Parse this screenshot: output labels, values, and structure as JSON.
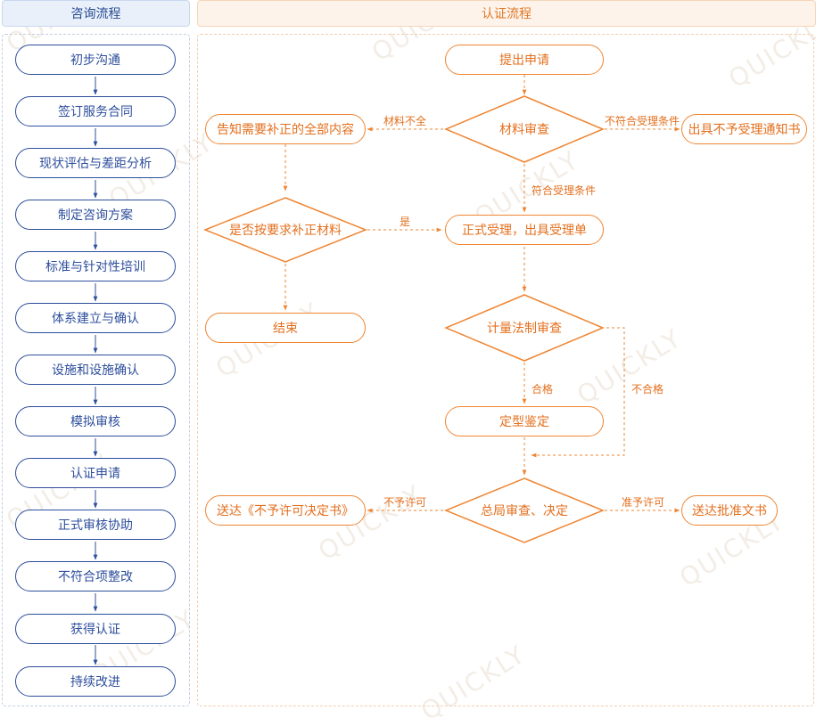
{
  "headers": {
    "left": "咨询流程",
    "right": "认证流程"
  },
  "consult_steps": [
    "初步沟通",
    "签订服务合同",
    "现状评估与差距分析",
    "制定咨询方案",
    "标准与针对性培训",
    "体系建立与确认",
    "设施和设施确认",
    "模拟审核",
    "认证申请",
    "正式审核协助",
    "不符合项整改",
    "获得认证",
    "持续改进"
  ],
  "cert": {
    "submit": "提出申请",
    "material_review": "材料审查",
    "notify_supplement": "告知需要补正的全部内容",
    "no_accept_notice": "出具不予受理通知书",
    "supplement_check": "是否按要求补正材料",
    "formal_accept": "正式受理，出具受理单",
    "end": "结束",
    "metrology_review": "计量法制审查",
    "type_approval": "定型鉴定",
    "final_review": "总局审查、决定",
    "deny_decision": "送达《不予许可决定书》",
    "approve_doc": "送达批准文书"
  },
  "edge_labels": {
    "incomplete": "材料不全",
    "not_meet": "不符合受理条件",
    "meet": "符合受理条件",
    "yes": "是",
    "pass": "合格",
    "fail": "不合格",
    "deny": "不予许可",
    "approve": "准予许可"
  },
  "watermark": "QUICKLY",
  "colors": {
    "left_accent": "#2d4e9c",
    "right_accent": "#ef8532"
  }
}
